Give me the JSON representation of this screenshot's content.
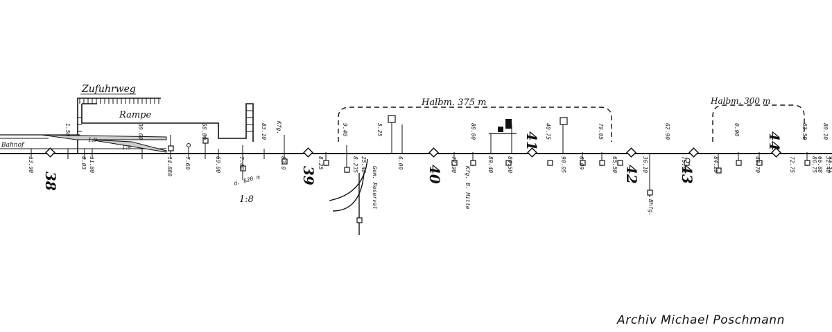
{
  "title_block": {
    "credit": "Archiv Michael Poschmann"
  },
  "labels": {
    "zufuhrweg": "Zufuhrweg",
    "rampe": "Rampe",
    "bahnhof": "Bahnof",
    "curve_1": "Halbm. 375 m",
    "curve_2": "Halbm. 300 m",
    "gradient_1": "1:9",
    "gradient_2": "1:9",
    "gradient_bottom": "1:8"
  },
  "kilometres": {
    "km_38": "38",
    "km_39": "39",
    "km_40": "40",
    "km_41": "41",
    "km_42": "42",
    "km_43": "43",
    "km_44": "44"
  },
  "annotations": {
    "ann_a": "d. 620 m",
    "ann_b": "Gem. Reservat",
    "ann_c": "Kfg. B. Mitte",
    "ann_d": "Bhfg.",
    "ann_e": "Kfg."
  },
  "chainage": [
    "13.90",
    "1.50",
    "0.03",
    "11.80",
    "30.60",
    "14.880",
    "7.60",
    "58.60",
    "69.00",
    "7.40",
    "83.10",
    "83.0",
    "8.25",
    "9.40",
    "8.235",
    "25.40",
    "5.25",
    "6.00",
    "77.90",
    "88.00",
    "89.40",
    "84.50",
    "40.75",
    "90.05",
    "6.09",
    "79.05",
    "65.50",
    "36.10",
    "62.90",
    "75.08",
    "84.25",
    "0.90",
    "43.70",
    "72.75",
    "63.50",
    "86.75",
    "66.88",
    "80.10",
    "32.40",
    "93.51"
  ],
  "colors": {
    "ink": "#111111",
    "paper": "#ffffff"
  }
}
